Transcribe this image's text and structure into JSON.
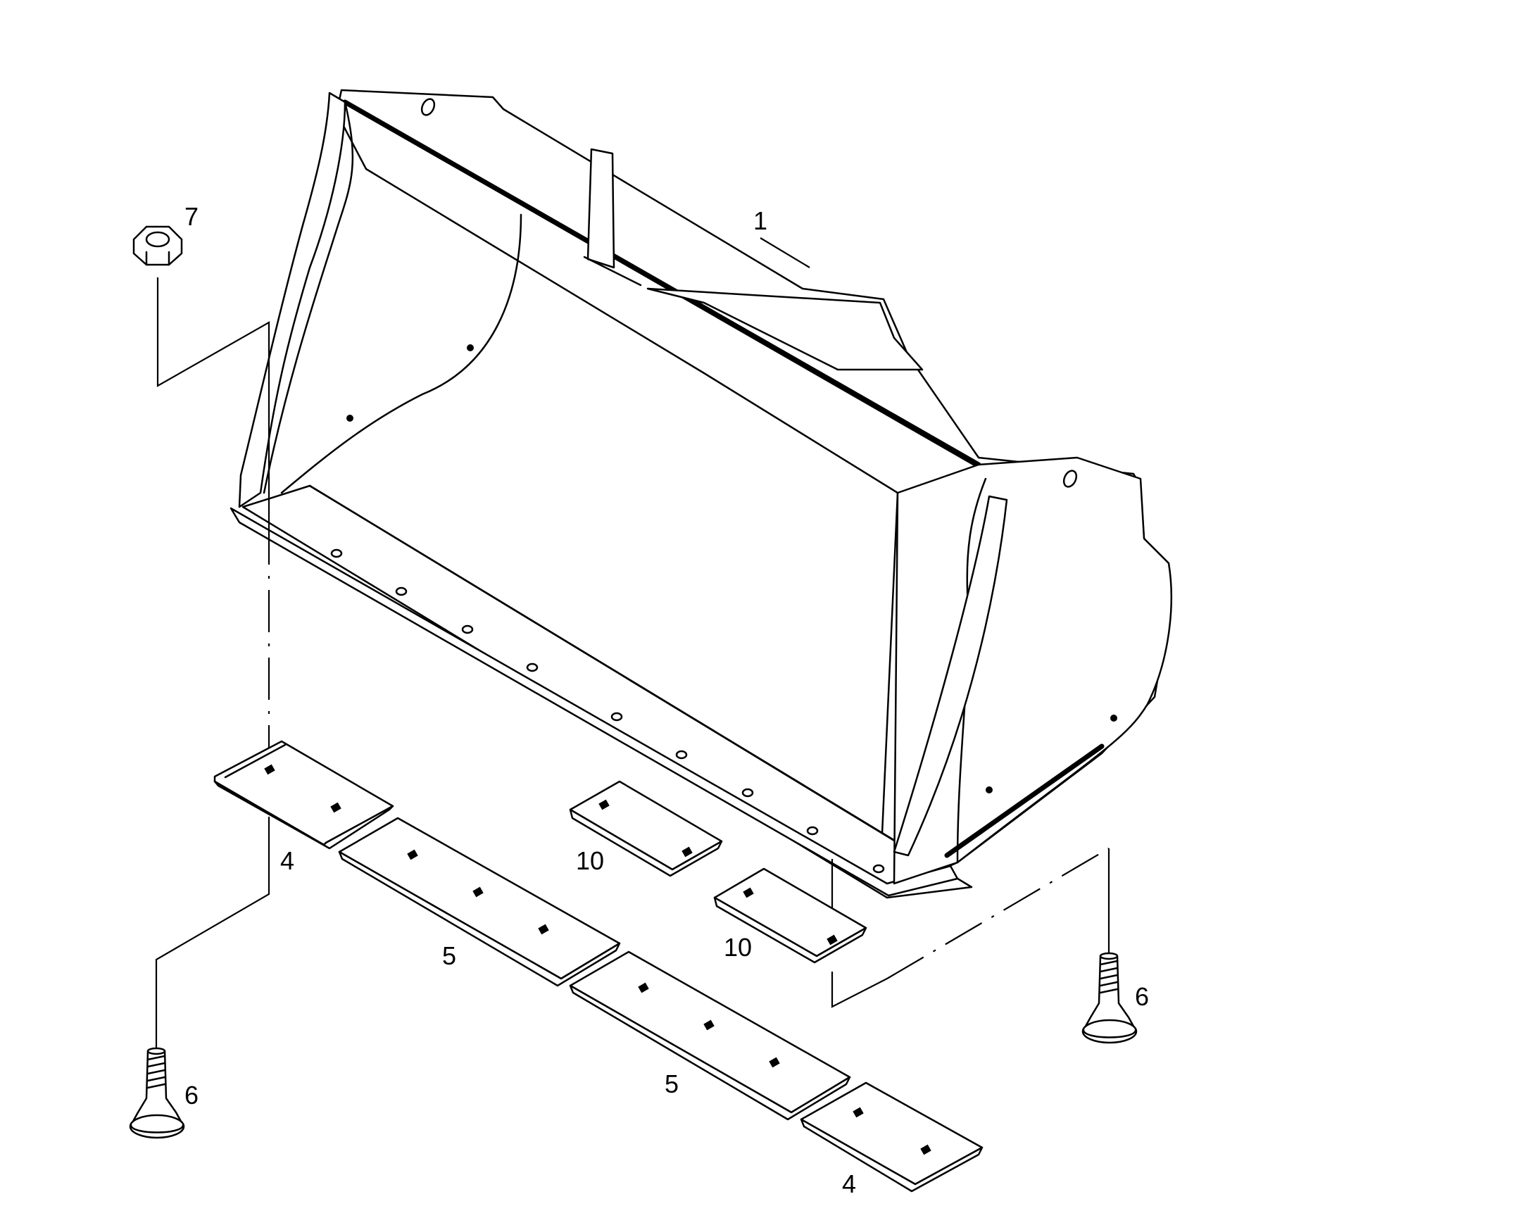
{
  "labels": {
    "bucket": "1",
    "nut": "7",
    "edge_segment_left": "4",
    "edge_segment_right": "4",
    "edge_middle_left": "5",
    "edge_middle_right": "5",
    "wear_plate_upper": "10",
    "wear_plate_lower": "10",
    "bolt_left": "6",
    "bolt_right": "6"
  }
}
